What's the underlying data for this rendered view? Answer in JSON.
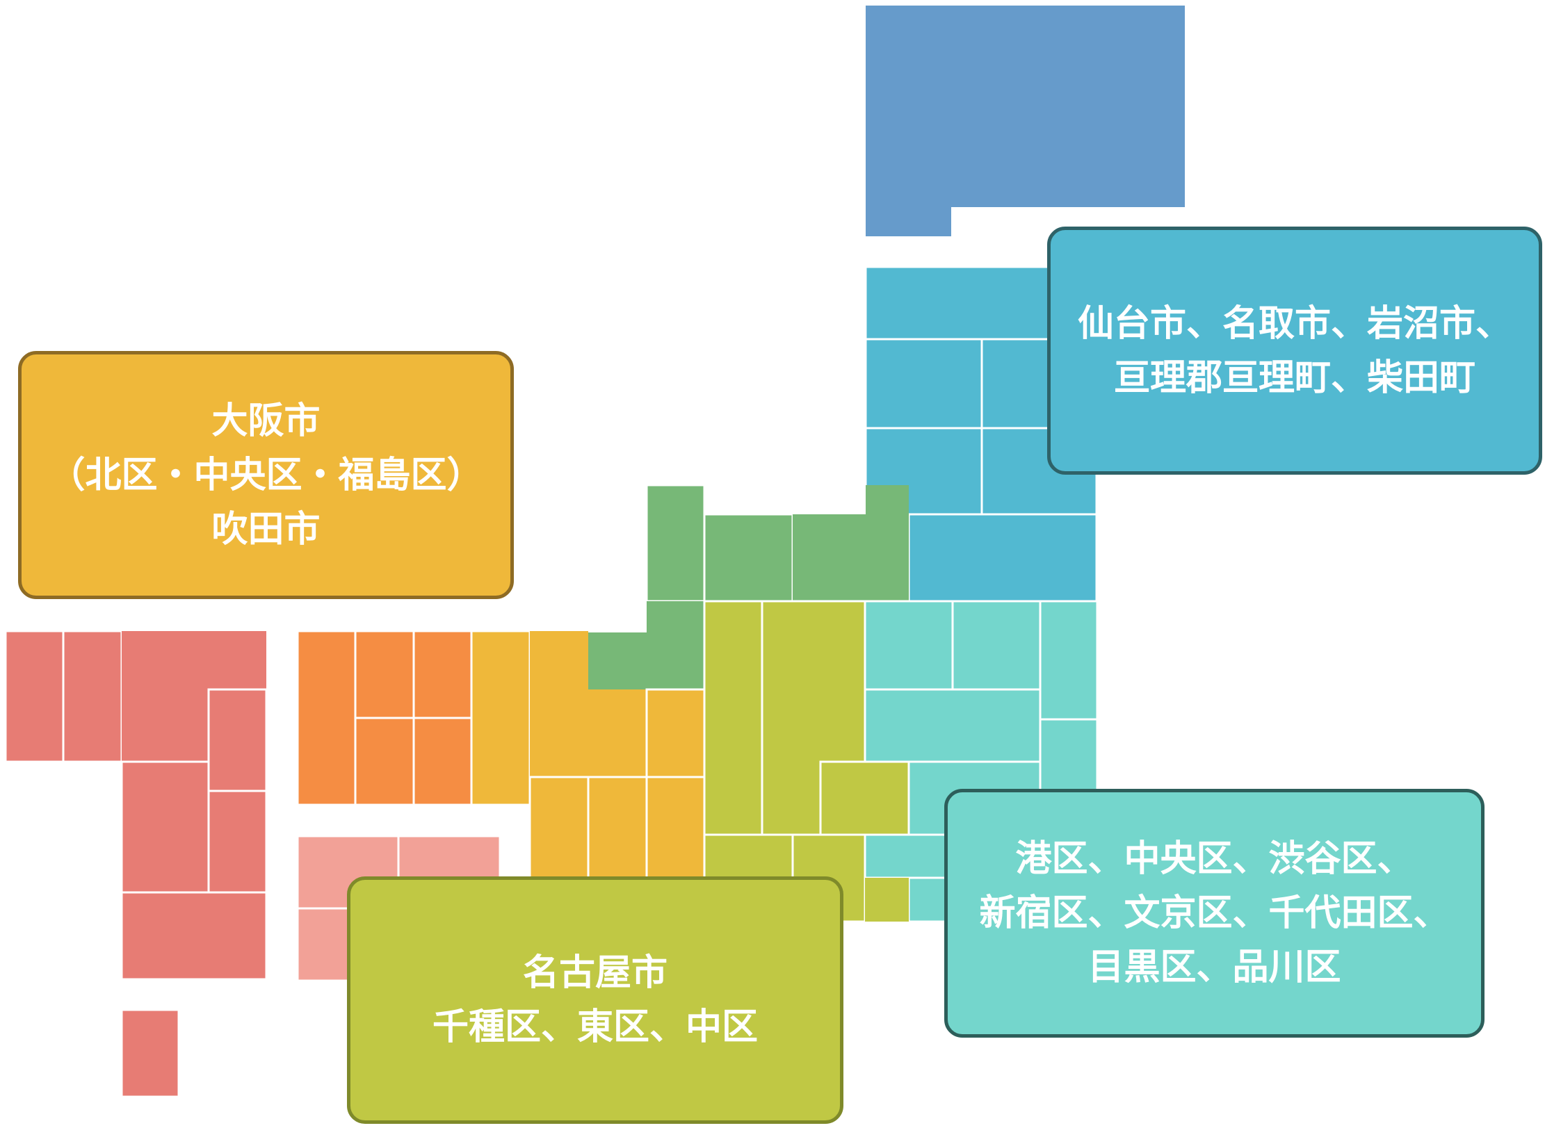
{
  "colors": {
    "hokkaido": "#669bcb",
    "tohoku": "#52b9d1",
    "kanto": "#74d6cc",
    "chubu": "#c0c844",
    "hokuriku": "#77b877",
    "kinki": "#efb83a",
    "chugoku": "#f58d43",
    "shikoku": "#f2a197",
    "kyushu": "#e77c74"
  },
  "callouts": {
    "osaka": {
      "lines": [
        "大阪市",
        "（北区・中央区・福島区）",
        "吹田市"
      ]
    },
    "sendai": {
      "lines": [
        "仙台市、名取市、岩沼市、",
        "亘理郡亘理町、柴田町"
      ]
    },
    "tokyo": {
      "lines": [
        "港区、中央区、渋谷区、",
        "新宿区、文京区、千代田区、",
        "目黒区、品川区"
      ]
    },
    "nagoya": {
      "lines": [
        "名古屋市",
        "千種区、東区、中区"
      ]
    }
  }
}
